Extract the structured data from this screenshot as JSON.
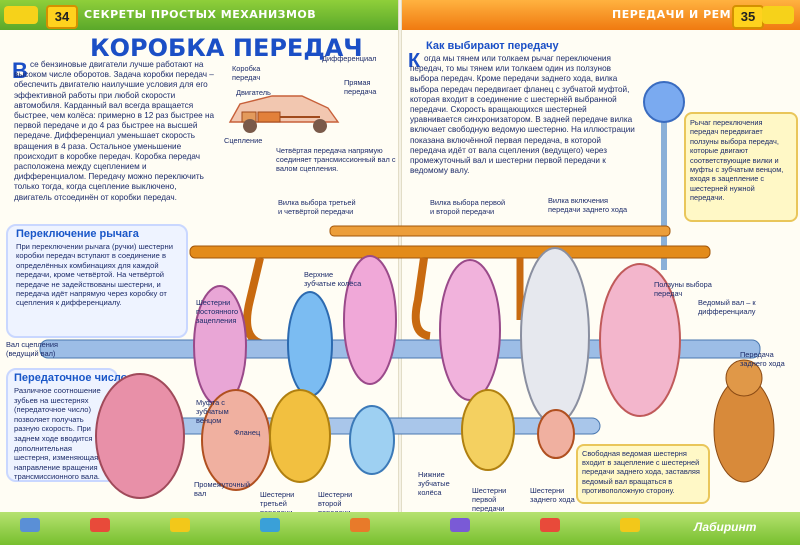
{
  "header": {
    "left_page_number": "34",
    "left_section": "СЕКРЕТЫ ПРОСТЫХ МЕХАНИЗМОВ",
    "right_section": "ПЕРЕДАЧИ И РЕМНИ",
    "right_page_number": "35"
  },
  "title": "КОРОБКА ПЕРЕДАЧ",
  "intro": {
    "dropcap": "В",
    "text": "се бензиновые двигатели лучше работают на высоком числе оборотов. Задача коробки передач – обеспечить двигателю наилучшие условия для его эффективной работы при любой скорости автомобиля. Карданный вал всегда вращается быстрее, чем колёса: примерно в 12 раз быстрее на первой передаче и до 4 раз быстрее на высшей передаче. Дифференциал уменьшает скорость вращения в 4 раза. Остальное уменьшение происходит в коробке передач. Коробка передач расположена между сцеплением и дифференциалом. Передачу можно переключить только тогда, когда сцепление выключено, двигатель отсоединён от коробки передач."
  },
  "car_diagram": {
    "gearbox": "Коробка передач",
    "engine": "Двигатель",
    "differential": "Дифференциал",
    "direct_drive": "Прямая передача",
    "clutch": "Сцепление",
    "caption": "Четвёртая передача напрямую соединяет трансмиссионный вал с валом сцепления."
  },
  "lever_box": {
    "heading": "Переключение рычага",
    "text": "При переключении рычага (ручки) шестерни коробки передач вступают в соединение в определённых комбинациях для каждой передачи, кроме четвёртой. На четвёртой передаче не задействованы шестерни, и передача идёт напрямую через коробку от сцепления к дифференциалу."
  },
  "ratio_box": {
    "heading": "Передаточное число",
    "text": "Различное соотношение зубьев на шестернях (передаточное число) позволяет получать разную скорость. При заднем ходе вводится дополнительная шестерня, изменяющая направление вращения трансмиссионного вала."
  },
  "right_article": {
    "heading": "Как выбирают передачу",
    "dropcap": "К",
    "text": "огда мы тянем или толкаем рычаг переключения передач, то мы тянем или толкаем один из ползунов выбора передач. Кроме передачи заднего хода, вилка выбора передач передвигает фланец с зубчатой муфтой, которая входит в соединение с шестернёй выбранной передачи. Скорость вращающихся шестерней уравнивается синхронизатором. В задней передаче вилка включает свободную ведомую шестерню. На иллюстрации показана включённой первая передача, в которой передача идёт от вала сцепления (ведущего) через промежуточный вал и шестерни первой передачи к ведомому валу."
  },
  "side_note": "Рычаг переключения передач передвигает ползуны выбора передач, которые двигают соответствующие вилки и муфты с зубчатым венцом, входя в зацепление с шестерней нужной передачи.",
  "bottom_note": "Свободная ведомая шестерня входит в зацепление с шестерней передачи заднего хода, заставляя ведомый вал вращаться в противоположную сторону.",
  "labels": {
    "fork_34": "Вилка выбора третьей и четвёртой передачи",
    "fork_12": "Вилка выбора первой и второй передачи",
    "fork_rev": "Вилка включения передачи заднего хода",
    "upper_gears": "Верхние зубчатые колёса",
    "constant_gears": "Шестерни постоянного зацепления",
    "clutch_shaft": "Вал сцепления (ведущий вал)",
    "sleeve": "Муфта с зубчатым венцом",
    "flange": "Фланец",
    "layshaft": "Промежуточный вал",
    "gear3": "Шестерни третьей передачи",
    "gear2": "Шестерни второй передачи",
    "lower_gears": "Нижние зубчатые колёса",
    "gear1": "Шестерни первой передачи",
    "reverse_gears": "Шестерни заднего хода",
    "sliders": "Ползуны выбора передач",
    "output_shaft": "Ведомый вал – к дифференциалу",
    "reverse": "Передача заднего хода"
  },
  "footer": {
    "watermark": "Лабиринт"
  },
  "colors": {
    "left_header": "#6bb82c",
    "right_header": "#f28a18",
    "title": "#1b4fc6",
    "body_text": "#1d2c6a",
    "shaft": "#6f9fd6",
    "orange_part": "#e38b1a"
  }
}
